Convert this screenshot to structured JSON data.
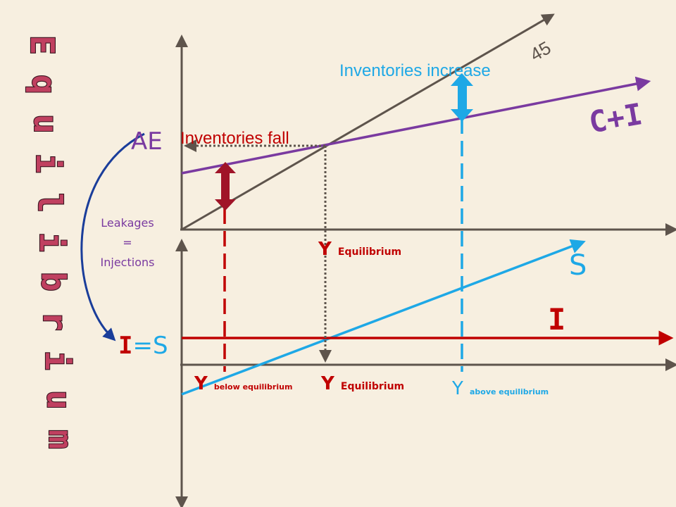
{
  "title": {
    "letters": [
      "E",
      "q",
      "u",
      "i",
      "l",
      "i",
      "b",
      "r",
      "i",
      "u",
      "m"
    ]
  },
  "labels": {
    "ae": "AE",
    "forty_five": "45",
    "inventories_increase": "Inventories increase",
    "inventories_fall": "Inventories fall",
    "c_plus_i": "C+I",
    "s": "S",
    "i": "I",
    "i_eq": "I",
    "eq_sign": "=",
    "s_eq": "S",
    "leakages_line1": "Leakages",
    "leakages_line2": "=",
    "leakages_line3": "Injections",
    "y_letter": "Y",
    "y_equilibrium_top_sub": "Equilibrium",
    "y_below_sub": "below equilibrium",
    "y_equilibrium_bottom_sub": "Equilibrium",
    "y_above_sub": "above equilibrium"
  },
  "colors": {
    "background": "#f7efe0",
    "axis": "#5e544c",
    "purple": "#7a3aa0",
    "blue": "#1ea8e6",
    "red": "#c00000",
    "dark_red": "#a01428",
    "navy": "#1a3d9a",
    "title_fill": "#c04060",
    "title_stroke": "#3a1520"
  }
}
